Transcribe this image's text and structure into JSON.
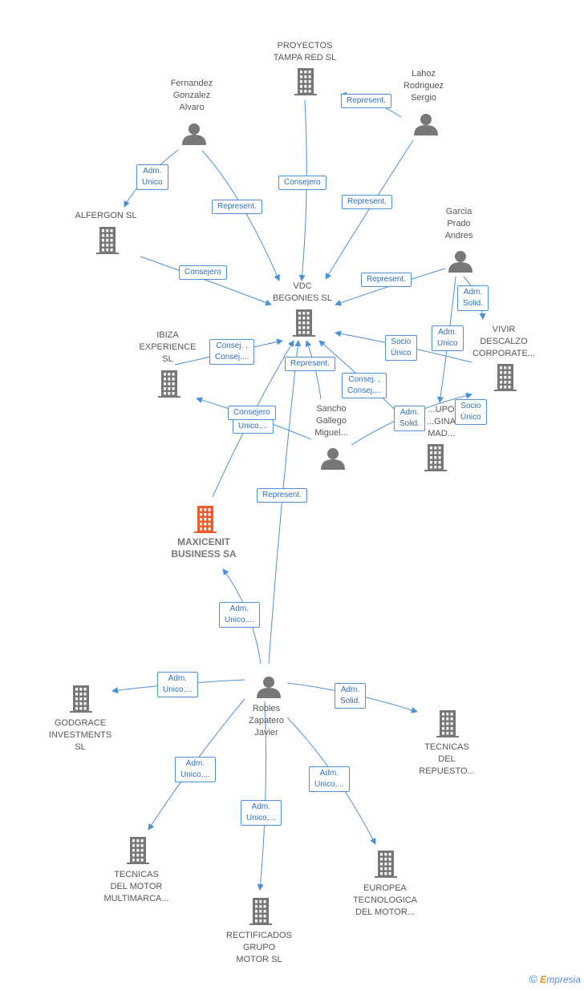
{
  "colors": {
    "edge": "#4a90d9",
    "node": "#777777",
    "highlight": "#f05a28"
  },
  "nodes": [
    {
      "id": "proyectos",
      "label": "PROYECTOS\nTAMPA RED  SL",
      "type": "company"
    },
    {
      "id": "fernandez",
      "label": "Fernandez\nGonzalez\nAlvaro",
      "type": "person"
    },
    {
      "id": "lahoz",
      "label": "Lahoz\nRodriguez\nSergio",
      "type": "person"
    },
    {
      "id": "alfergon",
      "label": "ALFERGON  SL",
      "type": "company"
    },
    {
      "id": "garcia",
      "label": "Garcia\nPrado\nAndres",
      "type": "person"
    },
    {
      "id": "vdc",
      "label": "VDC\nBEGONIES  SL",
      "type": "company"
    },
    {
      "id": "ibiza",
      "label": "IBIZA\nEXPERIENCE\nSL",
      "type": "company"
    },
    {
      "id": "vivir",
      "label": "VIVIR\nDESCALZO\nCORPORATE...",
      "type": "company"
    },
    {
      "id": "sancho",
      "label": "Sancho\nGallego\nMiguel...",
      "type": "person"
    },
    {
      "id": "grupo",
      "label": "...UPO\n...GINA\nMAD...",
      "type": "company"
    },
    {
      "id": "maxicenit",
      "label": "MAXICENIT\nBUSINESS SA",
      "type": "company-main"
    },
    {
      "id": "robles",
      "label": "Robles\nZapatero\nJavier",
      "type": "person"
    },
    {
      "id": "godgrace",
      "label": "GODGRACE\nINVESTMENTS\nSL",
      "type": "company"
    },
    {
      "id": "tecrep",
      "label": "TECNICAS\nDEL\nREPUESTO...",
      "type": "company"
    },
    {
      "id": "tecmotor",
      "label": "TECNICAS\nDEL MOTOR\nMULTIMARCA...",
      "type": "company"
    },
    {
      "id": "europea",
      "label": "EUROPEA\nTECNOLOGICA\nDEL MOTOR...",
      "type": "company"
    },
    {
      "id": "rectif",
      "label": "RECTIFICADOS\nGRUPO\nMOTOR  SL",
      "type": "company"
    }
  ],
  "edge_labels": [
    "Represent.",
    "Consejero",
    "Represent.",
    "Adm.\nUnico",
    "Represent.",
    "Consejero",
    "Represent.",
    "Adm.\nSolid.",
    "Adm.\nUnico",
    "Socio\nÚnico",
    "Consej. ,\nConsej....",
    "Represent.",
    "Consej. ,\nConsej....",
    "Consejero",
    "Unico,...",
    "Adm.\nSolid.",
    "Socio\nÚnico",
    "Represent.",
    "Adm.\nUnico,...",
    "Adm.\nUnico,...",
    "Adm.\nSolid.",
    "Adm.\nUnico,...",
    "Adm.\nUnico,...",
    "Adm.\nUnico,..."
  ],
  "footer": {
    "copyright": "©",
    "brand_first": "E",
    "brand_rest": "mpresia"
  }
}
